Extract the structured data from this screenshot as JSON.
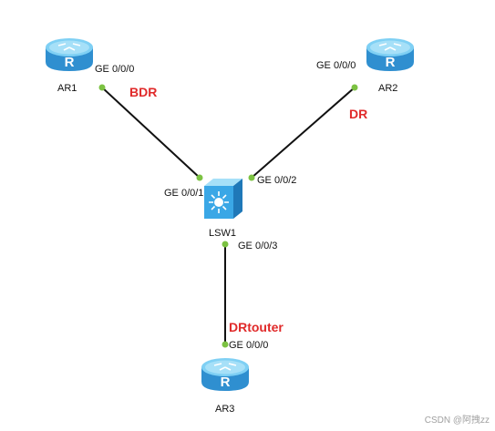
{
  "colors": {
    "link": "#111111",
    "port_dot": "#7cc242",
    "device_body": "#3aa7e6",
    "device_top": "#7fd0f4",
    "role": "#e02a2a"
  },
  "devices": {
    "ar1": {
      "name": "AR1",
      "icon": "router-icon"
    },
    "ar2": {
      "name": "AR2",
      "icon": "router-icon"
    },
    "ar3": {
      "name": "AR3",
      "icon": "router-icon"
    },
    "lsw1": {
      "name": "LSW1",
      "icon": "switch-icon"
    }
  },
  "ports": {
    "ar1": "GE 0/0/0",
    "ar2": "GE 0/0/0",
    "ar3": "GE 0/0/0",
    "lsw1_p1": "GE 0/0/1",
    "lsw1_p2": "GE 0/0/2",
    "lsw1_p3": "GE 0/0/3"
  },
  "roles": {
    "ar1": "BDR",
    "ar2": "DR",
    "ar3": "DRtouter"
  },
  "watermark": "CSDN @阿拽zz"
}
